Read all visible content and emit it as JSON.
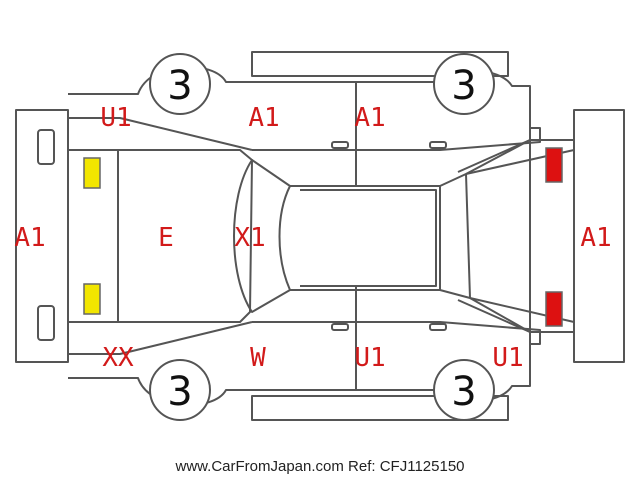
{
  "tires": {
    "front_left": "3",
    "rear_left": "3",
    "front_right": "3",
    "rear_right": "3"
  },
  "labels": {
    "rear_bumper": "A1",
    "front_bumper": "A1",
    "rear_left_corner": "U1",
    "left_door_rear": "A1",
    "left_door_front": "A1",
    "trunk_lid": "E",
    "rear_window": "X1",
    "rear_right_corner": "XX",
    "right_rear_pillar": "W",
    "right_door": "U1",
    "front_right_corner": "U1"
  },
  "footer": {
    "watermark": "www.CarFromJapan.com Ref: CFJ1125150"
  },
  "colors": {
    "label_red": "#d21a1a",
    "rear_lamp_yellow": "#f2e600",
    "front_lamp_red": "#dd1111",
    "outline": "#555555"
  }
}
